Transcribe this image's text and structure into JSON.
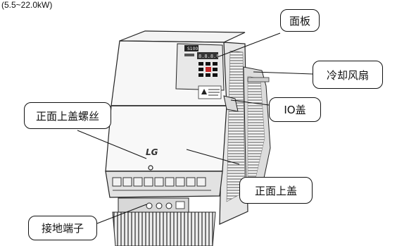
{
  "header": {
    "power_range": "(5.5~22.0kW)"
  },
  "callouts": {
    "panel": "面板",
    "cooling_fan": "冷却风扇",
    "io_cover": "IO盖",
    "front_cover_screw": "正面上盖螺丝",
    "front_cover": "正面上盖",
    "ground_terminal": "接地端子"
  },
  "device": {
    "brand_logo": "LG",
    "display_digits": "8.8.8.8"
  }
}
